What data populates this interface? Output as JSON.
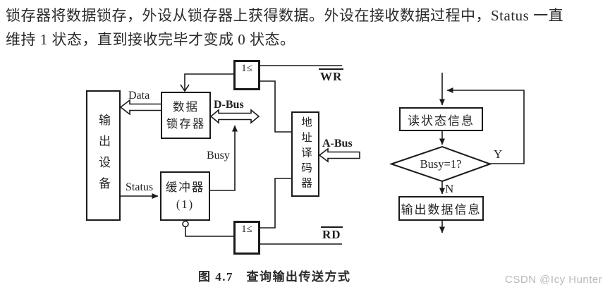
{
  "page": {
    "paragraph_line1": "锁存器将数据锁存，外设从锁存器上获得数据。外设在接收数据过程中，Status 一直",
    "paragraph_line2": "维持 1 状态，直到接收完毕才变成 0 状态。",
    "caption": "图 4.7　查询输出传送方式",
    "watermark": "CSDN @Icy Hunter"
  },
  "block_diagram": {
    "boxes": {
      "output_device": "输出设备",
      "data_latch_line1": "数据",
      "data_latch_line2": "锁存器",
      "buffer_line1": "缓冲器",
      "buffer_line2": "(1)",
      "address_decoder": "地址译码器",
      "or_gate_top": "1≤",
      "or_gate_bottom": "1≤"
    },
    "signals": {
      "data": "Data",
      "d_bus": "D-Bus",
      "busy": "Busy",
      "status": "Status",
      "a_bus": "A-Bus",
      "wr": "WR",
      "rd": "RD"
    }
  },
  "flowchart": {
    "step_read_status": "读状态信息",
    "decision_busy": "Busy=1?",
    "step_output_data": "输出数据信息",
    "label_yes": "Y",
    "label_no": "N"
  },
  "colors": {
    "line": "#1a1a1a",
    "text": "#2a2a2a",
    "watermark": "#b9b9b9"
  }
}
